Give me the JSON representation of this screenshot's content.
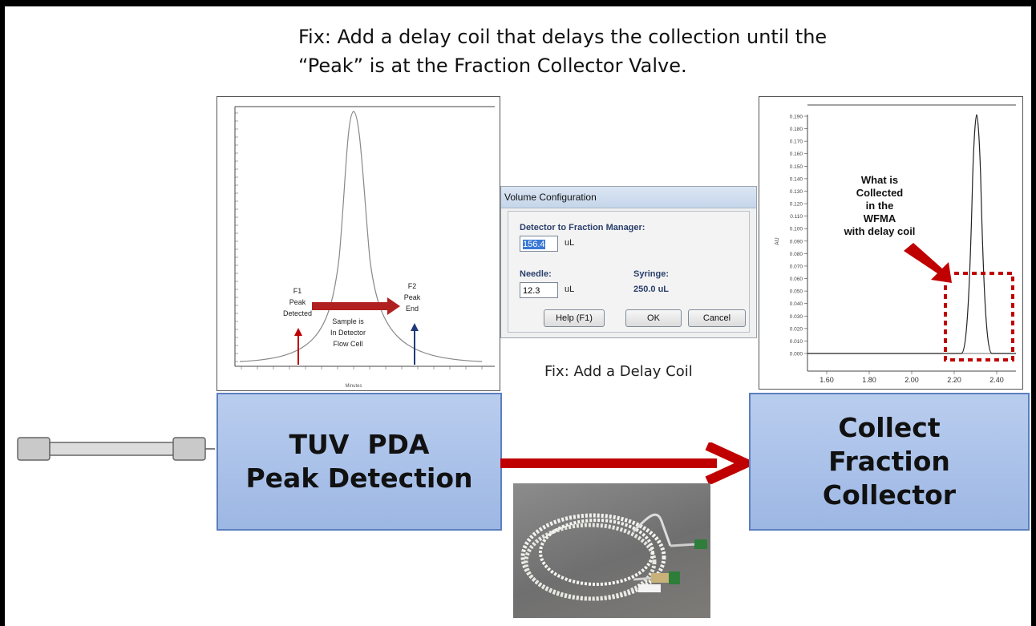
{
  "heading": {
    "line1": "Fix: Add a delay coil that delays the collection until the",
    "line2": "“Peak” is at the Fraction Collector Valve."
  },
  "left_chart": {
    "f1_label": [
      "F1",
      "Peak",
      "Detected"
    ],
    "f2_label": [
      "F2",
      "Peak",
      "End"
    ],
    "sample_label": [
      "Sample is",
      "In Detector",
      "Flow Cell"
    ],
    "x_title": "Minutes"
  },
  "dialog": {
    "title": "Volume Configuration",
    "detector_label": "Detector to Fraction Manager:",
    "detector_value": "156.4",
    "detector_unit": "uL",
    "needle_label": "Needle:",
    "needle_value": "12.3",
    "needle_unit": "uL",
    "syringe_label": "Syringe:",
    "syringe_value": "250.0 uL",
    "help_button": "Help (F1)",
    "ok_button": "OK",
    "cancel_button": "Cancel"
  },
  "fix_caption": "Fix: Add a Delay Coil",
  "right_chart": {
    "y_title": "AU",
    "y_ticks": [
      "0.190",
      "0.180",
      "0.170",
      "0.160",
      "0.150",
      "0.140",
      "0.130",
      "0.120",
      "0.110",
      "0.100",
      "0.090",
      "0.080",
      "0.070",
      "0.060",
      "0.050",
      "0.040",
      "0.030",
      "0.020",
      "0.010",
      "0.000"
    ],
    "x_ticks": [
      "1.60",
      "1.80",
      "2.00",
      "2.20",
      "2.40"
    ],
    "callout": [
      "What is",
      "Collected",
      "in the",
      "WFMA",
      "with delay coil"
    ]
  },
  "left_box": {
    "line1": "TUV  PDA",
    "line2": "Peak Detection"
  },
  "right_box": {
    "line1": "Collect",
    "line2": "Fraction",
    "line3": "Collector"
  },
  "colors": {
    "box_fill": "#a8c1ea",
    "box_border": "#5b7fbf",
    "arrow_red": "#c00000",
    "arrow_navy": "#1f3a7a",
    "highlight_dash": "#c00000"
  }
}
